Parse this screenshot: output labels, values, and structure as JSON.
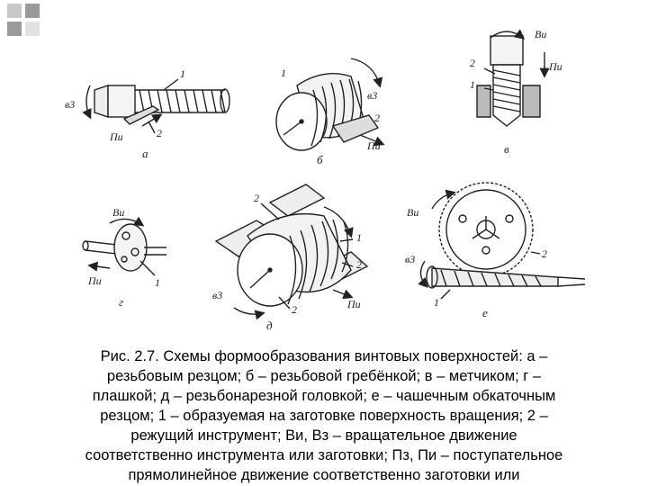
{
  "figure": {
    "labels": {
      "a": {
        "v3": "в3",
        "p_i": "Пи",
        "n1": "1",
        "n2": "2",
        "caption": "а"
      },
      "b": {
        "n1": "1",
        "v3": "в3",
        "n2": "2",
        "p_i": "Пи",
        "caption": "б"
      },
      "v": {
        "vi": "Ви",
        "n2": "2",
        "n1": "1",
        "p_i": "Пи",
        "caption": "в"
      },
      "g": {
        "vi": "Ви",
        "p_i": "Пи",
        "n1": "1",
        "caption": "г"
      },
      "d": {
        "n2a": "2",
        "n1": "1",
        "n2b": "2",
        "v3": "в3",
        "n2c": "2",
        "p_i": "Пи",
        "caption": "д"
      },
      "e": {
        "vi": "Ви",
        "v3": "в3",
        "n1": "1",
        "n2": "2",
        "caption": "е"
      }
    }
  },
  "caption": {
    "lines": [
      "Рис. 2.7. Схемы формообразования винтовых поверхностей: а –",
      "резьбовым резцом; б – резьбовой гребёнкой; в – метчиком; г –",
      "плашкой; д – резьбонарезной головкой; е – чашечным обкаточным",
      "резцом; 1 – образуемая на заготовке поверхность вращения; 2 –",
      "режущий инструмент; Ви, Вз – вращательное движение",
      "соответственно инструмента или заготовки; Пз, Пи – поступательное",
      "прямолинейное движение соответственно заготовки или"
    ]
  }
}
